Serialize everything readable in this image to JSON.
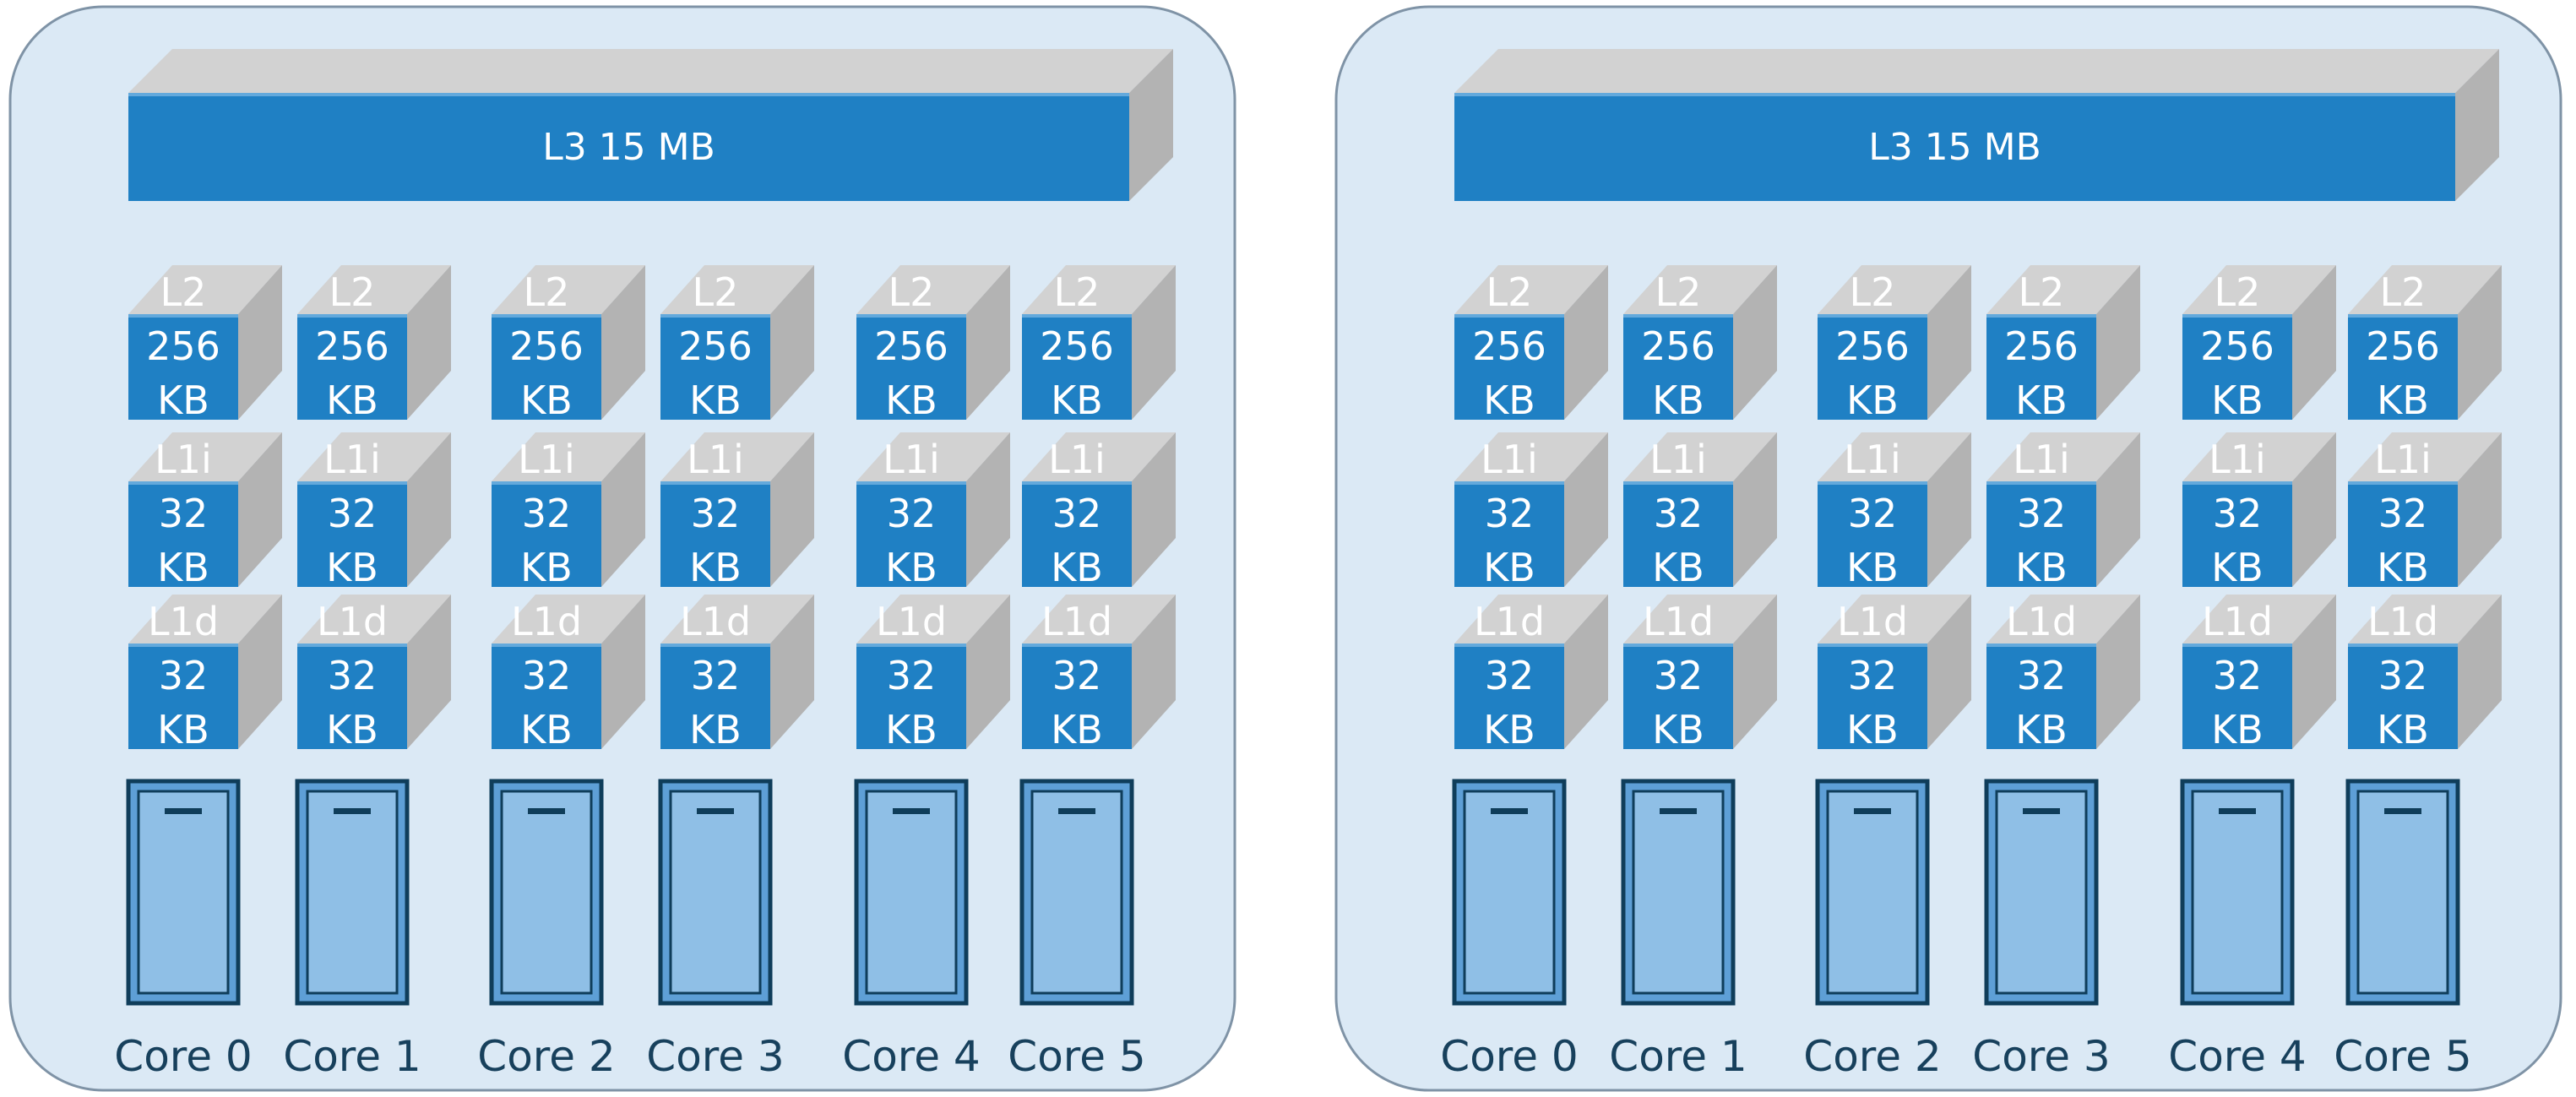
{
  "packages": [
    {
      "l3": "L3 15 MB",
      "cores": [
        {
          "label": "Core 0",
          "l2": [
            "L2",
            "256",
            "KB"
          ],
          "l1i": [
            "L1i",
            "32",
            "KB"
          ],
          "l1d": [
            "L1d",
            "32",
            "KB"
          ]
        },
        {
          "label": "Core 1",
          "l2": [
            "L2",
            "256",
            "KB"
          ],
          "l1i": [
            "L1i",
            "32",
            "KB"
          ],
          "l1d": [
            "L1d",
            "32",
            "KB"
          ]
        },
        {
          "label": "Core 2",
          "l2": [
            "L2",
            "256",
            "KB"
          ],
          "l1i": [
            "L1i",
            "32",
            "KB"
          ],
          "l1d": [
            "L1d",
            "32",
            "KB"
          ]
        },
        {
          "label": "Core 3",
          "l2": [
            "L2",
            "256",
            "KB"
          ],
          "l1i": [
            "L1i",
            "32",
            "KB"
          ],
          "l1d": [
            "L1d",
            "32",
            "KB"
          ]
        },
        {
          "label": "Core 4",
          "l2": [
            "L2",
            "256",
            "KB"
          ],
          "l1i": [
            "L1i",
            "32",
            "KB"
          ],
          "l1d": [
            "L1d",
            "32",
            "KB"
          ]
        },
        {
          "label": "Core 5",
          "l2": [
            "L2",
            "256",
            "KB"
          ],
          "l1i": [
            "L1i",
            "32",
            "KB"
          ],
          "l1d": [
            "L1d",
            "32",
            "KB"
          ]
        }
      ]
    },
    {
      "l3": "L3 15 MB",
      "cores": [
        {
          "label": "Core 0",
          "l2": [
            "L2",
            "256",
            "KB"
          ],
          "l1i": [
            "L1i",
            "32",
            "KB"
          ],
          "l1d": [
            "L1d",
            "32",
            "KB"
          ]
        },
        {
          "label": "Core 1",
          "l2": [
            "L2",
            "256",
            "KB"
          ],
          "l1i": [
            "L1i",
            "32",
            "KB"
          ],
          "l1d": [
            "L1d",
            "32",
            "KB"
          ]
        },
        {
          "label": "Core 2",
          "l2": [
            "L2",
            "256",
            "KB"
          ],
          "l1i": [
            "L1i",
            "32",
            "KB"
          ],
          "l1d": [
            "L1d",
            "32",
            "KB"
          ]
        },
        {
          "label": "Core 3",
          "l2": [
            "L2",
            "256",
            "KB"
          ],
          "l1i": [
            "L1i",
            "32",
            "KB"
          ],
          "l1d": [
            "L1d",
            "32",
            "KB"
          ]
        },
        {
          "label": "Core 4",
          "l2": [
            "L2",
            "256",
            "KB"
          ],
          "l1i": [
            "L1i",
            "32",
            "KB"
          ],
          "l1d": [
            "L1d",
            "32",
            "KB"
          ]
        },
        {
          "label": "Core 5",
          "l2": [
            "L2",
            "256",
            "KB"
          ],
          "l1i": [
            "L1i",
            "32",
            "KB"
          ],
          "l1d": [
            "L1d",
            "32",
            "KB"
          ]
        }
      ]
    }
  ],
  "colors": {
    "package_fill": "#dbe9f5",
    "package_stroke": "#7f93a6",
    "cache_front": "#1f80c4",
    "cache_edge": "#63a9dc",
    "cache_side": "#b3b3b3",
    "cache_top": "#d2d2d2",
    "core_fill": "#5e9fd6",
    "core_stroke": "#0f3d5a",
    "core_inner": "#8fbfe6",
    "text_light": "#ffffff",
    "text_dark": "#17405c"
  }
}
